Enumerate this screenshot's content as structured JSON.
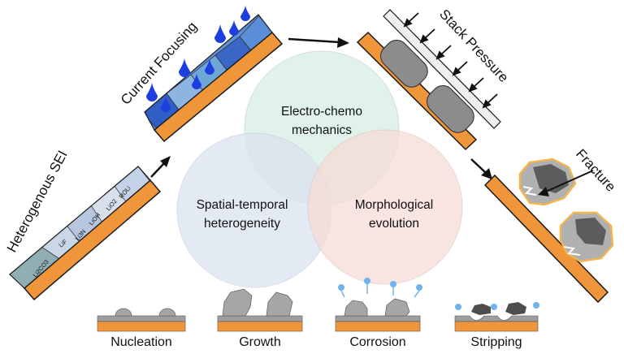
{
  "labels": {
    "heterogenous_sei": "Heterogenous SEI",
    "current_focusing": "Current Focusing",
    "stack_pressure": "Stack Pressure",
    "fracture": "Fracture"
  },
  "venn": {
    "top_line1": "Electro-chemo",
    "top_line2": "mechanics",
    "left_line1": "Spatial-temporal",
    "left_line2": "heterogeneity",
    "right_line1": "Morphological",
    "right_line2": "evolution"
  },
  "sei_species": [
    "Li2CO3",
    "LiF",
    "Li3N",
    "LiOH",
    "LiO2",
    "ROLi"
  ],
  "bottom": {
    "nucleation": "Nucleation",
    "growth": "Growth",
    "corrosion": "Corrosion",
    "stripping": "Stripping"
  },
  "colors": {
    "electrode": "#F0963A",
    "electrode_edge": "#1a1a1a",
    "venn_top": "#D6EEE4",
    "venn_left": "#DCE3F1",
    "venn_right": "#F6DCD6",
    "li_gray": "#A6A6A6",
    "li_dark": "#6E6E6E",
    "ion_blue": "#1E3FE0",
    "ion_light": "#6FB3EC",
    "fracture_outline": "#F2B54F"
  }
}
